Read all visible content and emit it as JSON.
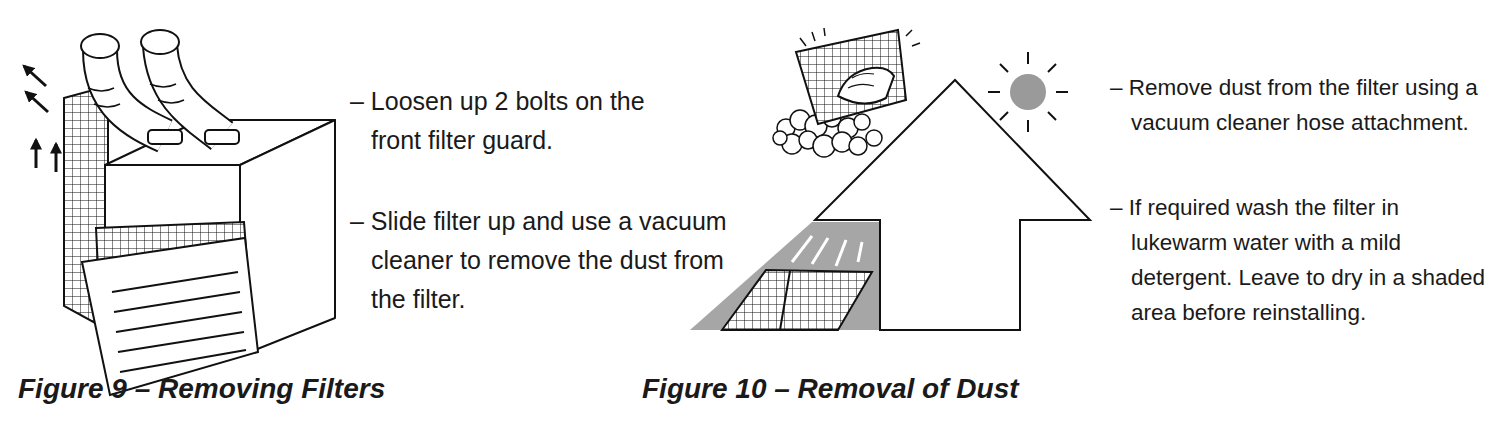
{
  "diagram": {
    "labels": [
      "– Loosen up 2 bolts on the front filter guard.",
      "– Slide filter up and use a vacuum cleaner to remove the dust from the filter.",
      "Figure 9 – Removing Filters",
      "– Remove dust from the filter using a vacuum cleaner hose attachment.",
      "– If required wash the filter in lukewarm water with a mild detergent. Leave to dry in a shaded area before reinstalling.",
      "Figure 10 – Removal of Dust"
    ]
  }
}
